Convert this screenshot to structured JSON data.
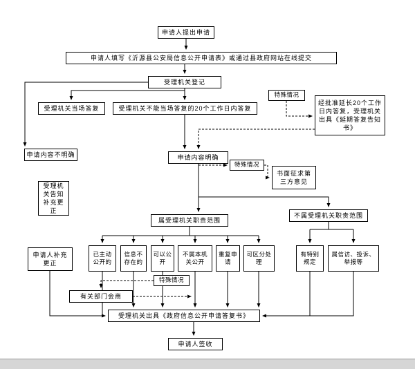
{
  "nodes": {
    "submit": {
      "label": "申请人提出申请"
    },
    "fill_form": {
      "label": "申请人填写《沂源县公安局信息公开申请表》或通过县政府网站在线提交"
    },
    "register": {
      "label": "受理机关登记"
    },
    "onspot_reply": {
      "label": "受理机关当场答复"
    },
    "reply_20days": {
      "label": "受理机关不能当场答复的20个工作日内答复"
    },
    "special_case_top": {
      "label": "特殊情况"
    },
    "extension": {
      "label": "经批准延长20个工作日内答复，受理机关出具《延期答复告知书》"
    },
    "content_unclear": {
      "label": "申请内容不明确"
    },
    "content_clear": {
      "label": "申请内容明确"
    },
    "special_case_mid": {
      "label": "特殊情况"
    },
    "third_party": {
      "label": "书面征求第三方意见"
    },
    "notify_correct": {
      "label": "受理机关告知补充更正"
    },
    "in_scope": {
      "label": "属受理机关职责范围"
    },
    "out_scope": {
      "label": "不属受理机关职责范围"
    },
    "applicant_correct": {
      "label": "申请人补充更正"
    },
    "already_public": {
      "label": "已主动公开的"
    },
    "not_exist": {
      "label": "信息不存在的"
    },
    "can_public": {
      "label": "可以公开"
    },
    "not_this_organ": {
      "label": "不属本机关公开"
    },
    "repeat_apply": {
      "label": "重复申请"
    },
    "separable": {
      "label": "可区分处理"
    },
    "special_rule": {
      "label": "有特别规定"
    },
    "petition": {
      "label": "属信访、投诉、举报等"
    },
    "special_case_bot": {
      "label": "特殊情况"
    },
    "consult": {
      "label": "有关部门会商"
    },
    "reply_doc": {
      "label": "受理机关出具《政府信息公开申请答复书》"
    },
    "sign": {
      "label": "申请人签收"
    }
  },
  "colors": {
    "line": "#000000",
    "box_border": "#000000",
    "background": "#ffffff"
  }
}
